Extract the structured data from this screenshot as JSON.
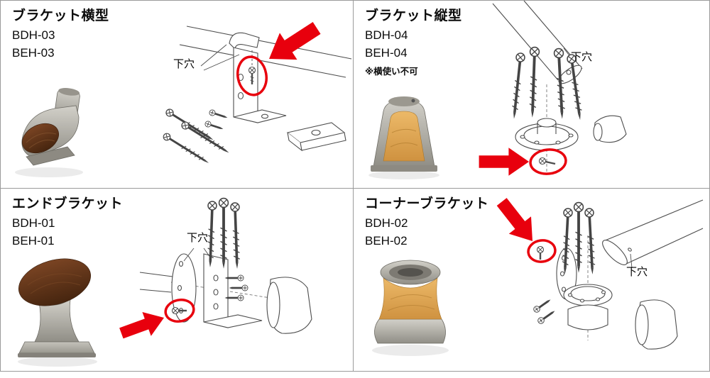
{
  "page": {
    "background": "#ffffff",
    "grid_border_color": "#9a9a9a"
  },
  "colors": {
    "highlight_red": "#e8000d",
    "line_art": "#4d4d4d",
    "metal_light": "#d2d0c9",
    "metal_dark": "#908e86",
    "wood_dark": "#5c3317",
    "wood_light": "#e0a952"
  },
  "icons": {
    "red_arrow": "bold red arrow pointing at highlighted screw",
    "highlight_circle": "red ellipse circling a screw position"
  },
  "panels": [
    {
      "id": "bracket-horizontal",
      "title": "ブラケット横型",
      "model_1": "BDH-03",
      "model_2": "BEH-03",
      "note": "",
      "pilot_hole_label": "下穴"
    },
    {
      "id": "bracket-vertical",
      "title": "ブラケット縦型",
      "model_1": "BDH-04",
      "model_2": "BEH-04",
      "note": "※横使い不可",
      "pilot_hole_label": "下穴"
    },
    {
      "id": "end-bracket",
      "title": "エンドブラケット",
      "model_1": "BDH-01",
      "model_2": "BEH-01",
      "note": "",
      "pilot_hole_label": "下穴"
    },
    {
      "id": "corner-bracket",
      "title": "コーナーブラケット",
      "model_1": "BDH-02",
      "model_2": "BEH-02",
      "note": "",
      "pilot_hole_label": "下穴"
    }
  ]
}
